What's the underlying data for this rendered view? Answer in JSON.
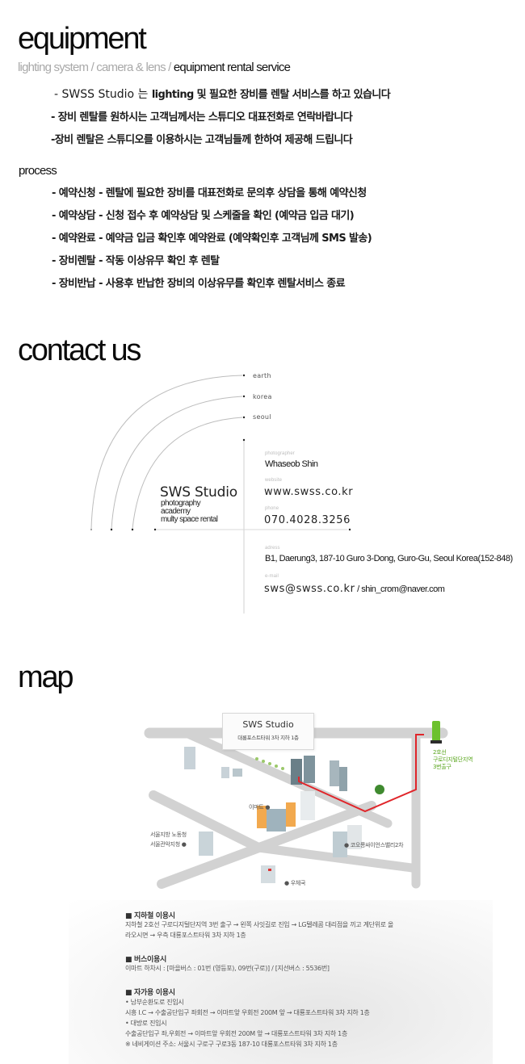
{
  "equipment": {
    "title": "equipment",
    "subtitle": {
      "muted": "lighting system / camera & lens / ",
      "strong": "equipment rental service"
    },
    "intro_lines": [
      {
        "prefix": "-   SWSS Studio 는 ",
        "rest": "lighting 및 필요한 장비를 렌탈 서비스를 하고 있습니다"
      },
      {
        "prefix": "",
        "rest": "- 장비 렌탈를 원하시는 고객님께서는 스튜디오 대표전화로 연락바랍니다"
      },
      {
        "prefix": "",
        "rest": "-장비 렌탈은 스튜디오를 이용하시는 고객님들께 한하여 제공해 드립니다"
      }
    ]
  },
  "process": {
    "title": "process",
    "steps": [
      "- 예약신청 - 렌탈에 필요한 장비를 대표전화로 문의후 상담을 통해 예약신청",
      "- 예약상담 - 신청 접수 후 예약상담 및 스케줄을 확인 (예약금 입금 대기)",
      "- 예약완료 - 예약금 입금 확인후 예약완료 (예약확인후 고객님께 SMS 발송)",
      "- 장비렌탈 - 작동 이상유무 확인 후 렌탈",
      "- 장비반납 - 사용후 반납한 장비의 이상유무를 확인후 렌탈서비스 종료"
    ]
  },
  "contact": {
    "title": "contact us",
    "arc_labels": [
      "earth",
      "korea",
      "seoul"
    ],
    "brand": {
      "name": "SWS Studio",
      "lines": [
        "photography",
        "academy",
        "multy space rental"
      ]
    },
    "photographer": {
      "label": "photographer",
      "value": "Whaseob Shin"
    },
    "website": {
      "label": "website",
      "value": "www.swss.co.kr"
    },
    "phone": {
      "label": "phone",
      "value": "070.4028.3256"
    },
    "address": {
      "label": "adress",
      "value": "B1, Daerung3, 187-10 Guro 3-Dong, Guro-Gu, Seoul Korea(152-848)"
    },
    "email": {
      "label": "e-mail",
      "primary": "sws@swss.co.kr",
      "secondary": " / shin_crom@naver.com"
    }
  },
  "map": {
    "title": "map",
    "callout": {
      "title": "SWS Studio",
      "subtitle": "대룡포스트타워 3차 지하 1층"
    },
    "subway_exit_label": [
      "2호선",
      "구로디지털단지역",
      "3번출구"
    ],
    "landmarks": {
      "emart": "이마트 ●",
      "labor_office": [
        "서울지방 노동청",
        "서울관악지청 ●"
      ],
      "kolon": "● 코오롱싸이언스밸리2차",
      "post_office": "● 우체국"
    },
    "route_color": "#e0252a",
    "road_color": "#d2d2d2",
    "station_color": "#6cc12d",
    "directions": [
      {
        "heading": "■ 지하철 이용시",
        "lines": [
          "지하철 2호선 구로디지털단지역 3번 출구 → 왼쪽 사잇길로 진입 → LG텔레콤 대리점을 끼고 계단위로 올",
          "라오시면 → 우측 대룡포스트타워 3차 지하 1층"
        ]
      },
      {
        "heading": "■ 버스이용시",
        "lines": [
          "이마트 하차시 : [마을버스 : 01번 (영등포), 09번(구로)] / [지선버스 : 5536번]"
        ]
      },
      {
        "heading": "■ 자가용 이용시",
        "lines": [
          "• 남부순환도로 진입시",
          "시흥 I.C → 수출공단입구 좌회전 → 이마트앞 우회전 200M 앞 → 대룡포스트타워 3차 지하 1층",
          "• 대방로 진입시",
          "수출공단입구 좌,우회전 → 이마트앞 우회전 200M 앞 → 대룡포스트타워 3차 지하 1층",
          "※ 네비게이션 주소: 서울시 구로구 구로3동 187-10 대룡포스트타워 3차 지하 1층"
        ]
      }
    ]
  }
}
